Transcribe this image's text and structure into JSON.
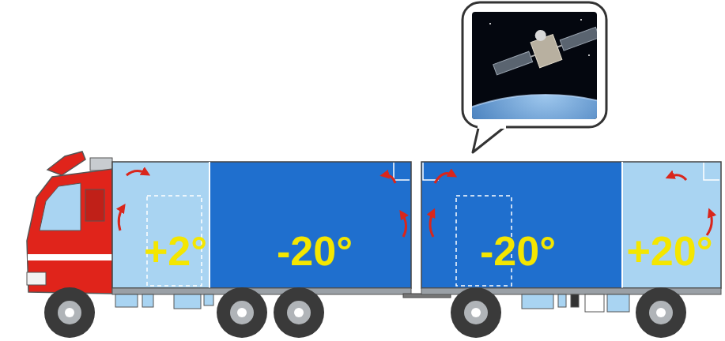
{
  "diagram": {
    "nodes": [
      {
        "text": [
          "+2°"
        ]
      },
      {
        "text": [
          "-20°"
        ]
      },
      {
        "text": [
          "-20°"
        ]
      },
      {
        "text": [
          "+20°"
        ]
      }
    ]
  }
}
